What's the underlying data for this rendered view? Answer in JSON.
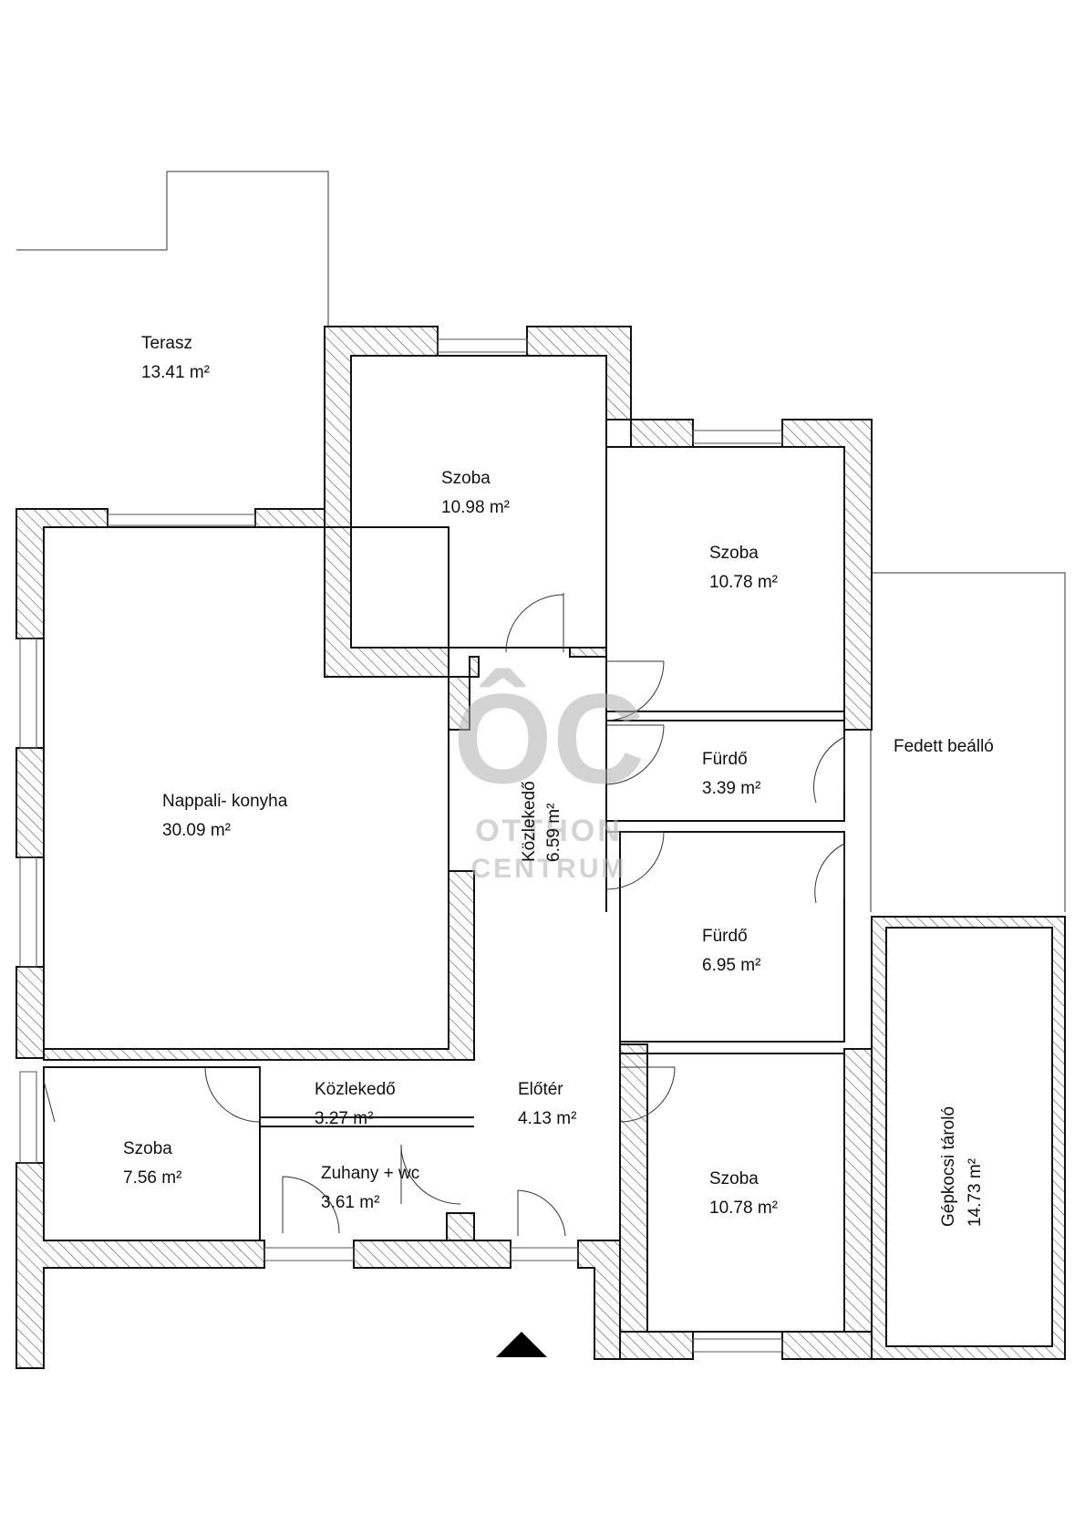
{
  "rooms": [
    {
      "id": "terasz",
      "name": "Terasz",
      "area": "13.41 m²"
    },
    {
      "id": "szoba-top",
      "name": "Szoba",
      "area": "10.98 m²"
    },
    {
      "id": "szoba-right-top",
      "name": "Szoba",
      "area": "10.78 m²"
    },
    {
      "id": "nappali",
      "name": "Nappali- konyha",
      "area": "30.09 m²"
    },
    {
      "id": "furdo-1",
      "name": "Fürdő",
      "area": "3.39 m²"
    },
    {
      "id": "fedett",
      "name": "Fedett beálló",
      "area": ""
    },
    {
      "id": "kozlekedo-vert",
      "name": "Közlekedő",
      "area": "6.59 m²"
    },
    {
      "id": "furdo-2",
      "name": "Fürdő",
      "area": "6.95 m²"
    },
    {
      "id": "kozlekedo-2",
      "name": "Közlekedő",
      "area": "3.27 m²"
    },
    {
      "id": "eloter",
      "name": "Előtér",
      "area": "4.13 m²"
    },
    {
      "id": "szoba-left",
      "name": "Szoba",
      "area": "7.56 m²"
    },
    {
      "id": "zuhany",
      "name": "Zuhany + wc",
      "area": "3.61 m²"
    },
    {
      "id": "szoba-right-bottom",
      "name": "Szoba",
      "area": "10.78 m²"
    },
    {
      "id": "gepkocsi",
      "name": "Gépkocsi tároló",
      "area": "14.73 m²"
    }
  ],
  "watermark": {
    "mark": "ÔC",
    "line1": "OTTHON",
    "line2": "CENTRUM"
  },
  "colors": {
    "wall": "#111111",
    "hatch": "#555555",
    "watermark": "#b0b0b0"
  }
}
